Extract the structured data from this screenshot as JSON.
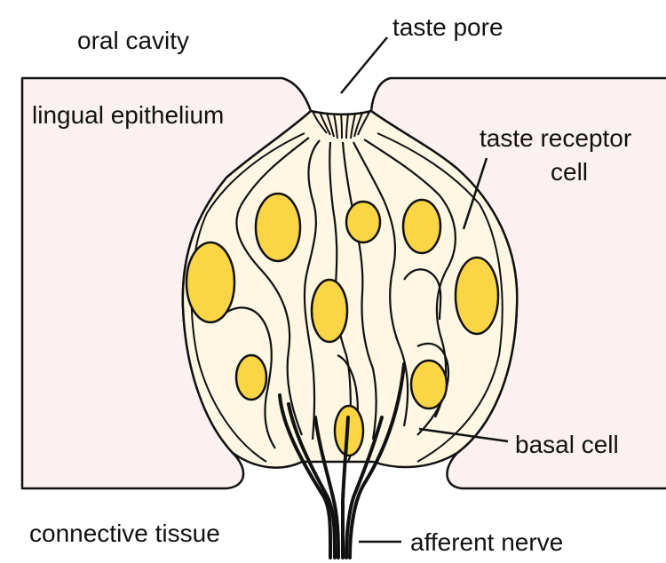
{
  "labels": {
    "oral_cavity": "oral cavity",
    "taste_pore": "taste pore",
    "lingual_epithelium": "lingual epithelium",
    "taste_receptor_cell_line1": "taste receptor",
    "taste_receptor_cell_line2": "cell",
    "basal_cell": "basal cell",
    "connective_tissue": "connective tissue",
    "afferent_nerve": "afferent nerve"
  },
  "colors": {
    "epithelium_fill": "#fcf1f1",
    "bud_fill": "#fdf7e3",
    "nucleus_fill": "#fad647",
    "outline": "#111111",
    "background": "#ffffff"
  }
}
